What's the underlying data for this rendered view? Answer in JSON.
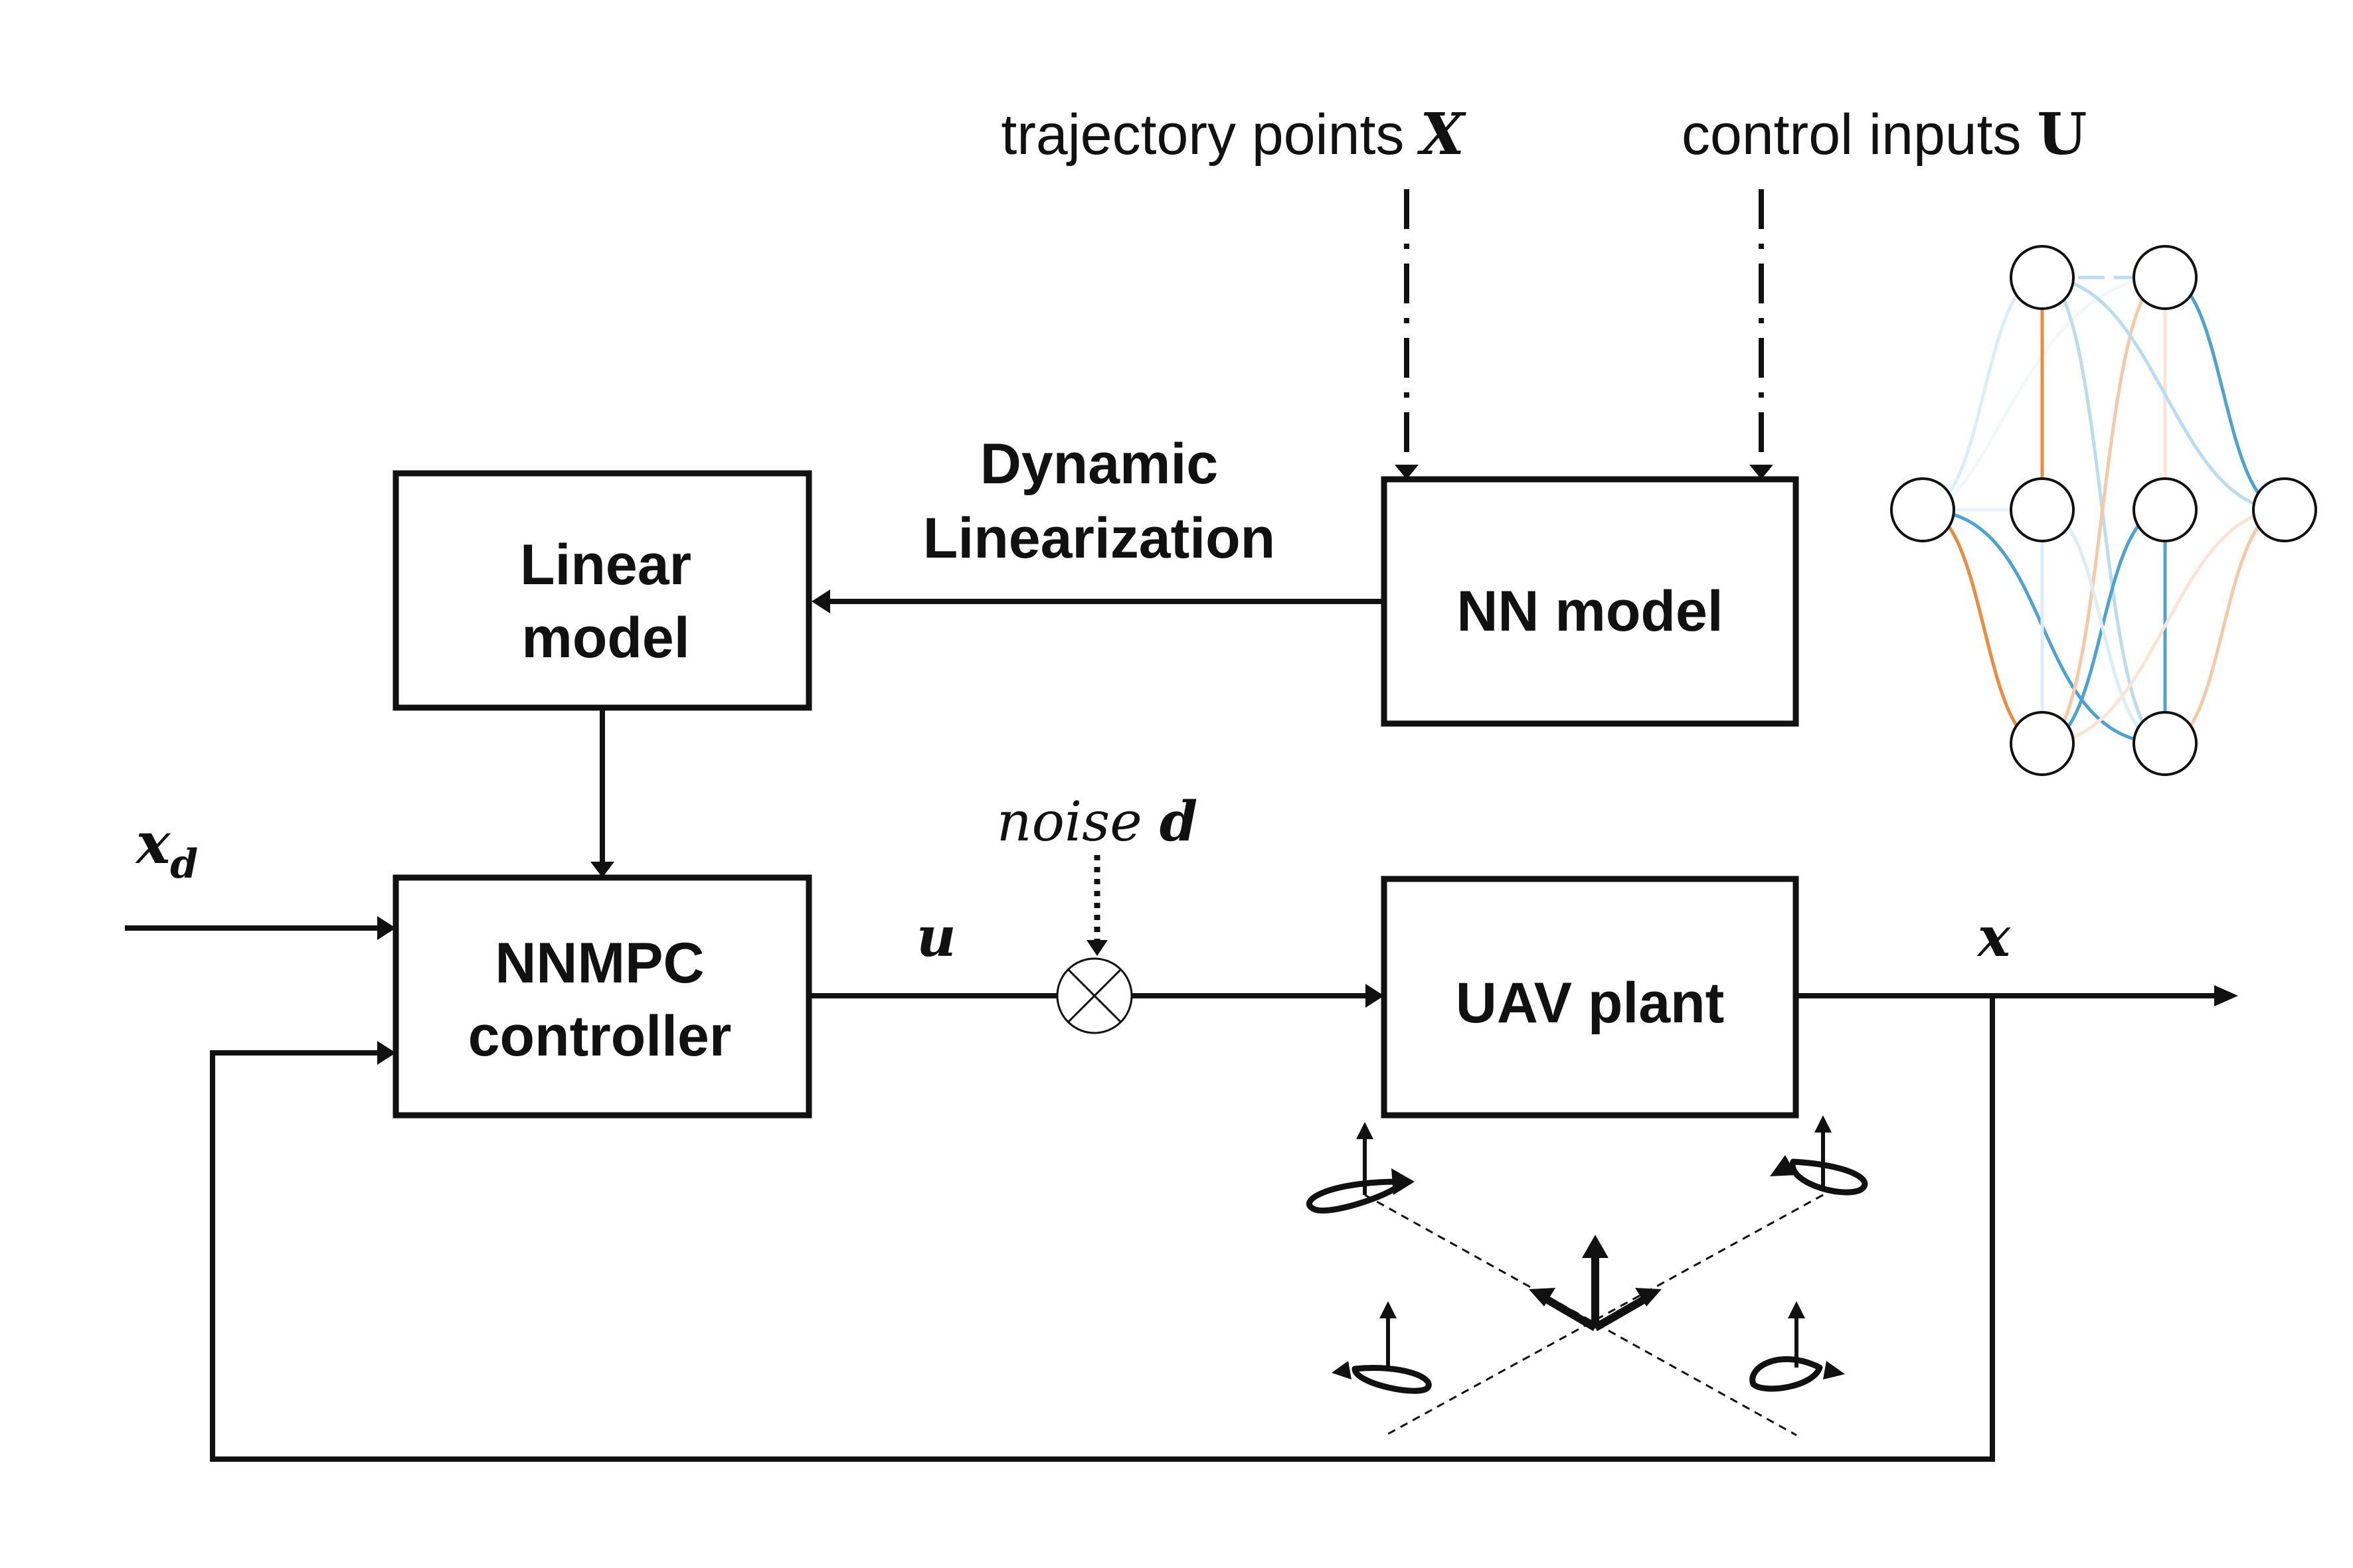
{
  "inputs": {
    "trajectory_text": "trajectory points ",
    "trajectory_symbol": "X",
    "control_text": "control inputs ",
    "control_symbol": "U"
  },
  "blocks": {
    "linear_model": [
      "Linear",
      "model"
    ],
    "nn_model": "NN model",
    "nnmpc_controller": [
      "NNMPC",
      "controller"
    ],
    "uav_plant": "UAV plant"
  },
  "edges": {
    "dynamic_linearization": [
      "Dynamic",
      "Linearization"
    ]
  },
  "signals": {
    "reference": "x",
    "reference_sub": "d",
    "control": "u",
    "noise_text": "noise ",
    "noise_symbol": "d",
    "state": "x"
  },
  "colors": {
    "orange": "#f08a3a",
    "light_orange": "#f6c8a6",
    "blue": "#4aa3d4",
    "light_blue": "#b9dcee",
    "line": "#111111"
  },
  "icons": [
    "summing-junction-icon",
    "neural-network-icon",
    "quadrotor-icon"
  ]
}
